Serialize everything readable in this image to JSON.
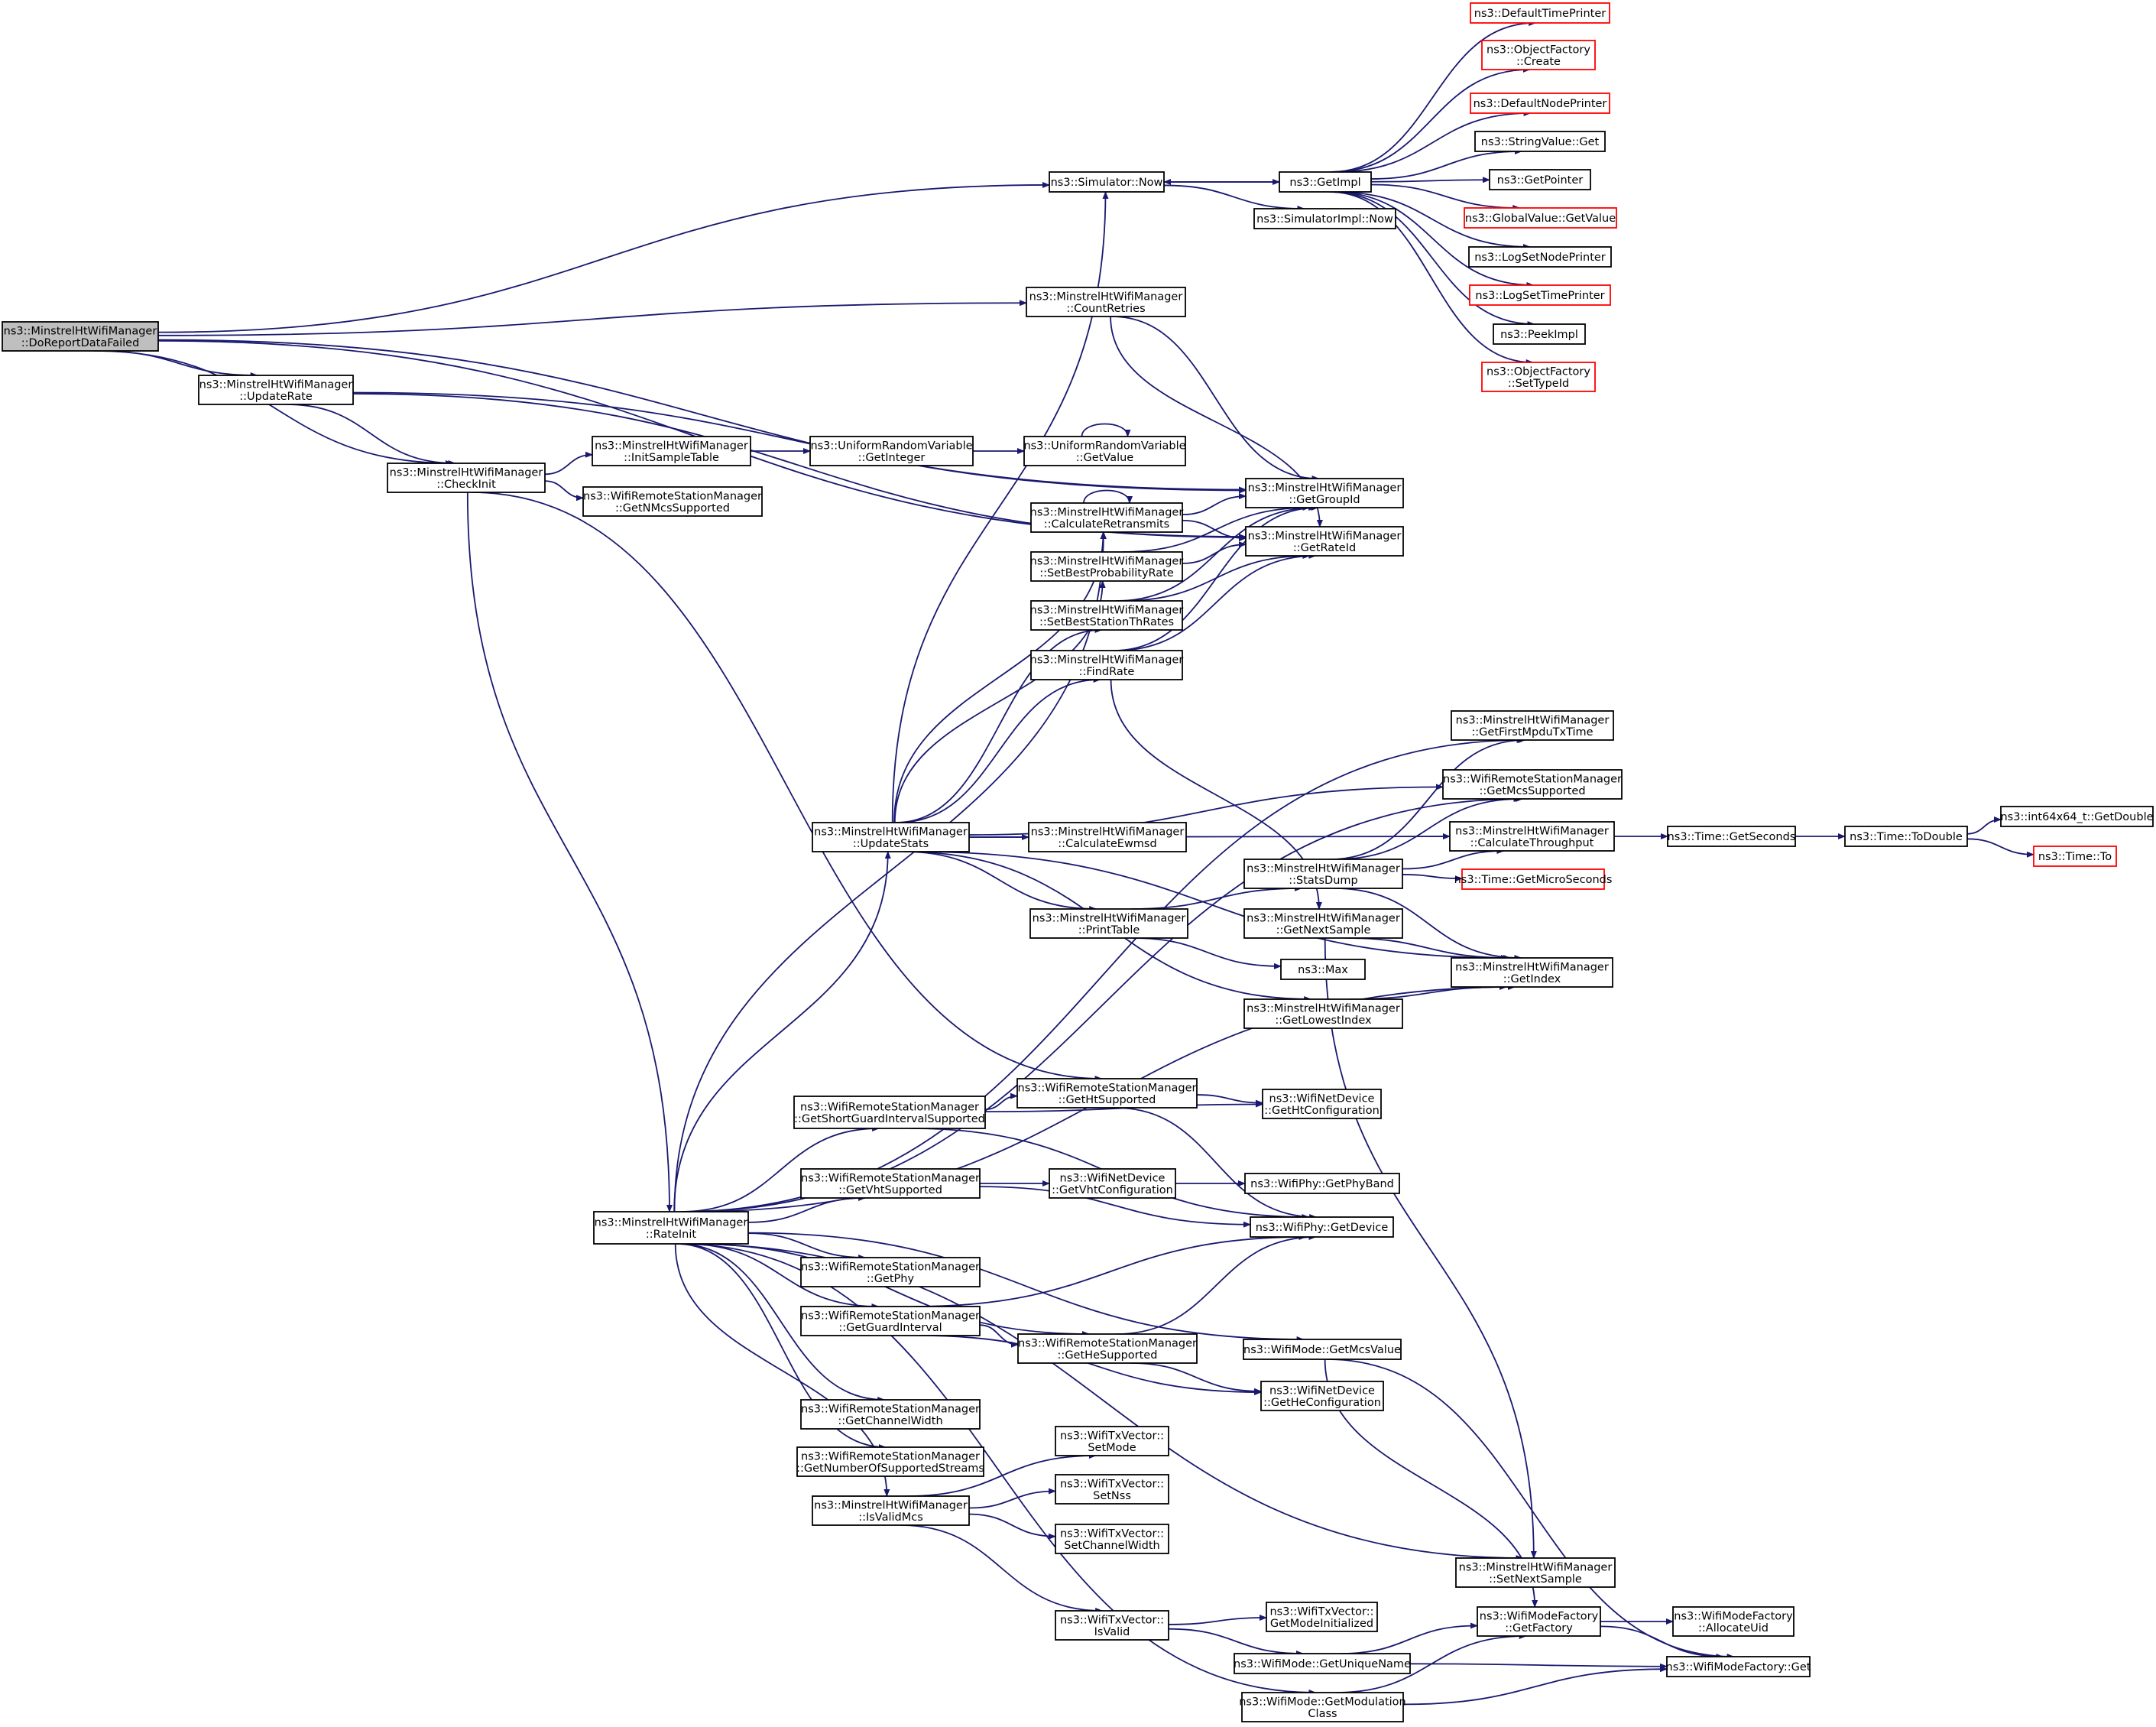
{
  "colors": {
    "edge": "#191970",
    "node_border": "#000000",
    "truncated_border": "#ff0000",
    "root_fill": "#bfbfbf"
  },
  "nodes": [
    {
      "id": "root",
      "lines": [
        "ns3::MinstrelHtWifiManager",
        "::DoReportDataFailed"
      ],
      "root": true
    },
    {
      "id": "updaterate",
      "lines": [
        "ns3::MinstrelHtWifiManager",
        "::UpdateRate"
      ]
    },
    {
      "id": "checkinit",
      "lines": [
        "ns3::MinstrelHtWifiManager",
        "::CheckInit"
      ]
    },
    {
      "id": "initsample",
      "lines": [
        "ns3::MinstrelHtWifiManager",
        "::InitSampleTable"
      ]
    },
    {
      "id": "getnmcs",
      "lines": [
        "ns3::WifiRemoteStationManager",
        "::GetNMcsSupported"
      ]
    },
    {
      "id": "rateinit",
      "lines": [
        "ns3::MinstrelHtWifiManager",
        "::RateInit"
      ]
    },
    {
      "id": "urvgetint",
      "lines": [
        "ns3::UniformRandomVariable",
        "::GetInteger"
      ]
    },
    {
      "id": "urvgetval",
      "lines": [
        "ns3::UniformRandomVariable",
        "::GetValue"
      ]
    },
    {
      "id": "simnow",
      "lines": [
        "ns3::Simulator::Now"
      ]
    },
    {
      "id": "getimpl",
      "lines": [
        "ns3::GetImpl"
      ]
    },
    {
      "id": "simimplnow",
      "lines": [
        "ns3::SimulatorImpl::Now"
      ]
    },
    {
      "id": "deftime",
      "lines": [
        "ns3::DefaultTimePrinter"
      ],
      "trunc": true
    },
    {
      "id": "ofcreate",
      "lines": [
        "ns3::ObjectFactory",
        "::Create"
      ],
      "trunc": true
    },
    {
      "id": "defnode",
      "lines": [
        "ns3::DefaultNodePrinter"
      ],
      "trunc": true
    },
    {
      "id": "strget",
      "lines": [
        "ns3::StringValue::Get"
      ]
    },
    {
      "id": "getptr",
      "lines": [
        "ns3::GetPointer"
      ]
    },
    {
      "id": "gvget",
      "lines": [
        "ns3::GlobalValue::GetValue"
      ],
      "trunc": true
    },
    {
      "id": "logsetnode",
      "lines": [
        "ns3::LogSetNodePrinter"
      ]
    },
    {
      "id": "logsettime",
      "lines": [
        "ns3::LogSetTimePrinter"
      ],
      "trunc": true
    },
    {
      "id": "peekimpl",
      "lines": [
        "ns3::PeekImpl"
      ]
    },
    {
      "id": "ofsettype",
      "lines": [
        "ns3::ObjectFactory",
        "::SetTypeId"
      ],
      "trunc": true
    },
    {
      "id": "countretries",
      "lines": [
        "ns3::MinstrelHtWifiManager",
        "::CountRetries"
      ]
    },
    {
      "id": "getgroupid",
      "lines": [
        "ns3::MinstrelHtWifiManager",
        "::GetGroupId"
      ]
    },
    {
      "id": "getrateid",
      "lines": [
        "ns3::MinstrelHtWifiManager",
        "::GetRateId"
      ]
    },
    {
      "id": "calcretrans",
      "lines": [
        "ns3::MinstrelHtWifiManager",
        "::CalculateRetransmits"
      ]
    },
    {
      "id": "setbestprob",
      "lines": [
        "ns3::MinstrelHtWifiManager",
        "::SetBestProbabilityRate"
      ]
    },
    {
      "id": "setbestth",
      "lines": [
        "ns3::MinstrelHtWifiManager",
        "::SetBestStationThRates"
      ]
    },
    {
      "id": "findrate",
      "lines": [
        "ns3::MinstrelHtWifiManager",
        "::FindRate"
      ]
    },
    {
      "id": "firstmpdu",
      "lines": [
        "ns3::MinstrelHtWifiManager",
        "::GetFirstMpduTxTime"
      ]
    },
    {
      "id": "getmcssup",
      "lines": [
        "ns3::WifiRemoteStationManager",
        "::GetMcsSupported"
      ]
    },
    {
      "id": "updatestats",
      "lines": [
        "ns3::MinstrelHtWifiManager",
        "::UpdateStats"
      ]
    },
    {
      "id": "calcewmsd",
      "lines": [
        "ns3::MinstrelHtWifiManager",
        "::CalculateEwmsd"
      ]
    },
    {
      "id": "calcthr",
      "lines": [
        "ns3::MinstrelHtWifiManager",
        "::CalculateThroughput"
      ]
    },
    {
      "id": "getseconds",
      "lines": [
        "ns3::Time::GetSeconds"
      ]
    },
    {
      "id": "todouble",
      "lines": [
        "ns3::Time::ToDouble"
      ]
    },
    {
      "id": "i64double",
      "lines": [
        "ns3::int64x64_t::GetDouble"
      ]
    },
    {
      "id": "timeto",
      "lines": [
        "ns3::Time::To"
      ],
      "trunc": true
    },
    {
      "id": "statsdump",
      "lines": [
        "ns3::MinstrelHtWifiManager",
        "::StatsDump"
      ]
    },
    {
      "id": "getmicro",
      "lines": [
        "ns3::Time::GetMicroSeconds"
      ],
      "trunc": true
    },
    {
      "id": "getnextsample",
      "lines": [
        "ns3::MinstrelHtWifiManager",
        "::GetNextSample"
      ]
    },
    {
      "id": "printtable",
      "lines": [
        "ns3::MinstrelHtWifiManager",
        "::PrintTable"
      ]
    },
    {
      "id": "max",
      "lines": [
        "ns3::Max"
      ]
    },
    {
      "id": "getindex",
      "lines": [
        "ns3::MinstrelHtWifiManager",
        "::GetIndex"
      ]
    },
    {
      "id": "getlowest",
      "lines": [
        "ns3::MinstrelHtWifiManager",
        "::GetLowestIndex"
      ]
    },
    {
      "id": "sgisup",
      "lines": [
        "ns3::WifiRemoteStationManager",
        "::GetShortGuardIntervalSupported"
      ]
    },
    {
      "id": "htsup",
      "lines": [
        "ns3::WifiRemoteStationManager",
        "::GetHtSupported"
      ]
    },
    {
      "id": "htconf",
      "lines": [
        "ns3::WifiNetDevice",
        "::GetHtConfiguration"
      ]
    },
    {
      "id": "vhtsup",
      "lines": [
        "ns3::WifiRemoteStationManager",
        "::GetVhtSupported"
      ]
    },
    {
      "id": "vhtconf",
      "lines": [
        "ns3::WifiNetDevice",
        "::GetVhtConfiguration"
      ]
    },
    {
      "id": "phyband",
      "lines": [
        "ns3::WifiPhy::GetPhyBand"
      ]
    },
    {
      "id": "phydevice",
      "lines": [
        "ns3::WifiPhy::GetDevice"
      ]
    },
    {
      "id": "getphy",
      "lines": [
        "ns3::WifiRemoteStationManager",
        "::GetPhy"
      ]
    },
    {
      "id": "guardint",
      "lines": [
        "ns3::WifiRemoteStationManager",
        "::GetGuardInterval"
      ]
    },
    {
      "id": "hesup",
      "lines": [
        "ns3::WifiRemoteStationManager",
        "::GetHeSupported"
      ]
    },
    {
      "id": "mcsvalue",
      "lines": [
        "ns3::WifiMode::GetMcsValue"
      ]
    },
    {
      "id": "heconf",
      "lines": [
        "ns3::WifiNetDevice",
        "::GetHeConfiguration"
      ]
    },
    {
      "id": "chwidth",
      "lines": [
        "ns3::WifiRemoteStationManager",
        "::GetChannelWidth"
      ]
    },
    {
      "id": "nstreams",
      "lines": [
        "ns3::WifiRemoteStationManager",
        "::GetNumberOfSupportedStreams"
      ]
    },
    {
      "id": "txsetmode",
      "lines": [
        "ns3::WifiTxVector::",
        "SetMode"
      ]
    },
    {
      "id": "validmcs",
      "lines": [
        "ns3::MinstrelHtWifiManager",
        "::IsValidMcs"
      ]
    },
    {
      "id": "txsetnss",
      "lines": [
        "ns3::WifiTxVector::",
        "SetNss"
      ]
    },
    {
      "id": "txsetcw",
      "lines": [
        "ns3::WifiTxVector::",
        "SetChannelWidth"
      ]
    },
    {
      "id": "setnextsample",
      "lines": [
        "ns3::MinstrelHtWifiManager",
        "::SetNextSample"
      ]
    },
    {
      "id": "modeinit",
      "lines": [
        "ns3::WifiTxVector::",
        "GetModeInitialized"
      ]
    },
    {
      "id": "txisvalid",
      "lines": [
        "ns3::WifiTxVector::",
        "IsValid"
      ]
    },
    {
      "id": "getfactory",
      "lines": [
        "ns3::WifiModeFactory",
        "::GetFactory"
      ]
    },
    {
      "id": "allocuid",
      "lines": [
        "ns3::WifiModeFactory",
        "::AllocateUid"
      ]
    },
    {
      "id": "uniquename",
      "lines": [
        "ns3::WifiMode::GetUniqueName"
      ]
    },
    {
      "id": "mfget",
      "lines": [
        "ns3::WifiModeFactory::Get"
      ]
    },
    {
      "id": "modclass",
      "lines": [
        "ns3::WifiMode::GetModulation",
        "Class"
      ]
    }
  ],
  "edges": [
    [
      "root",
      "simnow"
    ],
    [
      "root",
      "countretries"
    ],
    [
      "root",
      "getgroupid"
    ],
    [
      "root",
      "getrateid"
    ],
    [
      "root",
      "updaterate"
    ],
    [
      "root",
      "checkinit"
    ],
    [
      "updaterate",
      "getgroupid"
    ],
    [
      "updaterate",
      "getrateid"
    ],
    [
      "updaterate",
      "checkinit"
    ],
    [
      "checkinit",
      "initsample"
    ],
    [
      "checkinit",
      "getnmcs"
    ],
    [
      "checkinit",
      "rateinit"
    ],
    [
      "checkinit",
      "htsup"
    ],
    [
      "initsample",
      "urvgetint"
    ],
    [
      "urvgetint",
      "urvgetval"
    ],
    [
      "urvgetval",
      "urvgetval"
    ],
    [
      "simnow",
      "getimpl"
    ],
    [
      "simnow",
      "simimplnow"
    ],
    [
      "getimpl",
      "deftime"
    ],
    [
      "getimpl",
      "ofcreate"
    ],
    [
      "getimpl",
      "defnode"
    ],
    [
      "getimpl",
      "strget"
    ],
    [
      "getimpl",
      "getptr"
    ],
    [
      "getimpl",
      "gvget"
    ],
    [
      "getimpl",
      "logsetnode"
    ],
    [
      "getimpl",
      "logsettime"
    ],
    [
      "getimpl",
      "peekimpl"
    ],
    [
      "getimpl",
      "ofsettype"
    ],
    [
      "getimpl",
      "simnow"
    ],
    [
      "countretries",
      "getgroupid"
    ],
    [
      "countretries",
      "getrateid"
    ],
    [
      "calcretrans",
      "calcretrans"
    ],
    [
      "calcretrans",
      "getgroupid"
    ],
    [
      "calcretrans",
      "getrateid"
    ],
    [
      "setbestprob",
      "getgroupid"
    ],
    [
      "setbestprob",
      "getrateid"
    ],
    [
      "setbestth",
      "getgroupid"
    ],
    [
      "setbestth",
      "getrateid"
    ],
    [
      "findrate",
      "getgroupid"
    ],
    [
      "findrate",
      "getrateid"
    ],
    [
      "findrate",
      "getnextsample"
    ],
    [
      "updatestats",
      "simnow"
    ],
    [
      "updatestats",
      "calcretrans"
    ],
    [
      "updatestats",
      "setbestprob"
    ],
    [
      "updatestats",
      "setbestth"
    ],
    [
      "updatestats",
      "findrate"
    ],
    [
      "updatestats",
      "getmcssup"
    ],
    [
      "updatestats",
      "calcewmsd"
    ],
    [
      "updatestats",
      "calcthr"
    ],
    [
      "updatestats",
      "printtable"
    ],
    [
      "updatestats",
      "getlowest"
    ],
    [
      "updatestats",
      "getindex"
    ],
    [
      "calcthr",
      "getseconds"
    ],
    [
      "getseconds",
      "todouble"
    ],
    [
      "todouble",
      "i64double"
    ],
    [
      "todouble",
      "timeto"
    ],
    [
      "statsdump",
      "firstmpdu"
    ],
    [
      "statsdump",
      "getmcssup"
    ],
    [
      "statsdump",
      "calcthr"
    ],
    [
      "statsdump",
      "getmicro"
    ],
    [
      "statsdump",
      "getindex"
    ],
    [
      "getnextsample",
      "getindex"
    ],
    [
      "getnextsample",
      "setnextsample"
    ],
    [
      "printtable",
      "statsdump"
    ],
    [
      "printtable",
      "max"
    ],
    [
      "getlowest",
      "getindex"
    ],
    [
      "rateinit",
      "calcretrans"
    ],
    [
      "rateinit",
      "firstmpdu"
    ],
    [
      "rateinit",
      "getmcssup"
    ],
    [
      "rateinit",
      "updatestats"
    ],
    [
      "rateinit",
      "sgisup"
    ],
    [
      "rateinit",
      "vhtsup"
    ],
    [
      "rateinit",
      "getphy"
    ],
    [
      "rateinit",
      "guardint"
    ],
    [
      "rateinit",
      "hesup"
    ],
    [
      "rateinit",
      "mcsvalue"
    ],
    [
      "rateinit",
      "chwidth"
    ],
    [
      "rateinit",
      "nstreams"
    ],
    [
      "rateinit",
      "validmcs"
    ],
    [
      "rateinit",
      "setnextsample"
    ],
    [
      "rateinit",
      "modclass"
    ],
    [
      "rateinit",
      "getindex"
    ],
    [
      "sgisup",
      "htsup"
    ],
    [
      "sgisup",
      "htconf"
    ],
    [
      "sgisup",
      "phydevice"
    ],
    [
      "htsup",
      "htconf"
    ],
    [
      "htsup",
      "phydevice"
    ],
    [
      "vhtsup",
      "vhtconf"
    ],
    [
      "vhtsup",
      "phydevice"
    ],
    [
      "vhtconf",
      "phyband"
    ],
    [
      "guardint",
      "phydevice"
    ],
    [
      "guardint",
      "hesup"
    ],
    [
      "guardint",
      "heconf"
    ],
    [
      "hesup",
      "phydevice"
    ],
    [
      "hesup",
      "heconf"
    ],
    [
      "mcsvalue",
      "getfactory"
    ],
    [
      "mcsvalue",
      "mfget"
    ],
    [
      "validmcs",
      "txsetmode"
    ],
    [
      "validmcs",
      "txsetnss"
    ],
    [
      "validmcs",
      "txsetcw"
    ],
    [
      "validmcs",
      "txisvalid"
    ],
    [
      "txisvalid",
      "modeinit"
    ],
    [
      "txisvalid",
      "uniquename"
    ],
    [
      "getfactory",
      "allocuid"
    ],
    [
      "getfactory",
      "mfget"
    ],
    [
      "uniquename",
      "getfactory"
    ],
    [
      "uniquename",
      "mfget"
    ],
    [
      "modclass",
      "getfactory"
    ],
    [
      "modclass",
      "mfget"
    ]
  ]
}
